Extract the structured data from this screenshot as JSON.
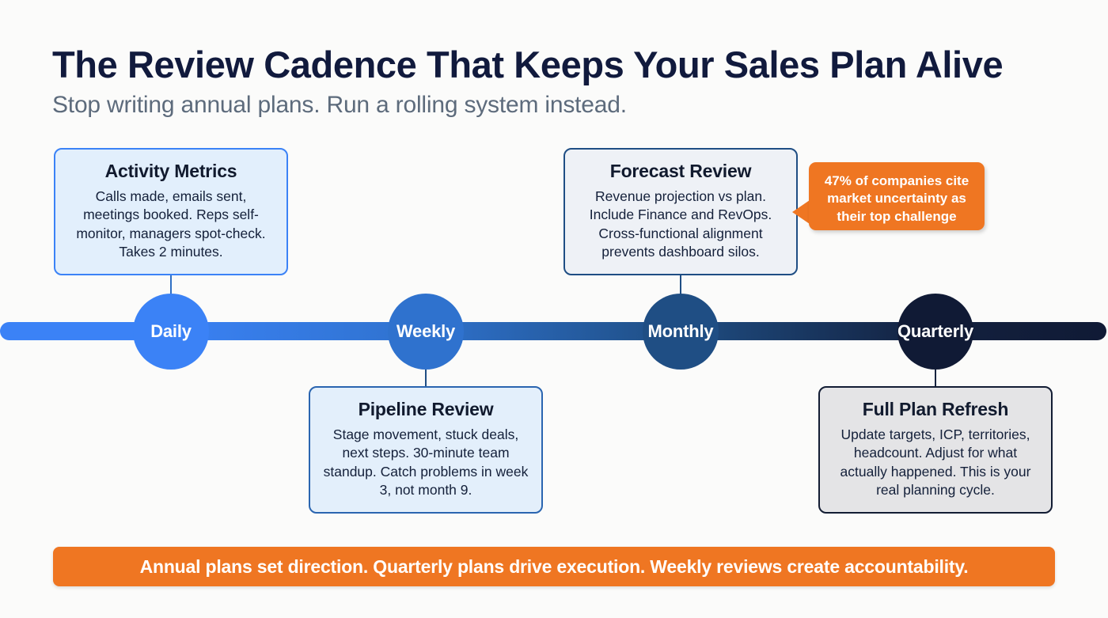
{
  "header": {
    "title": "The Review Cadence That Keeps Your Sales Plan Alive",
    "subtitle": "Stop writing annual plans. Run a rolling system instead."
  },
  "colors": {
    "background": "#fbfbfa",
    "title": "#111a3d",
    "subtitle": "#5d6b7c",
    "accent_orange": "#ef7622",
    "node_daily": "#3b82f6",
    "node_weekly": "#2f72ce",
    "node_monthly": "#1f4e84",
    "node_quarterly": "#101a35"
  },
  "timeline": {
    "nodes": [
      {
        "label": "Daily",
        "color": "#3b82f6"
      },
      {
        "label": "Weekly",
        "color": "#2f72ce"
      },
      {
        "label": "Monthly",
        "color": "#1f4e84"
      },
      {
        "label": "Quarterly",
        "color": "#101a35"
      }
    ]
  },
  "cards": [
    {
      "title": "Activity Metrics",
      "body": "Calls made, emails sent, meetings booked. Reps self-monitor, managers spot-check. Takes 2 minutes."
    },
    {
      "title": "Pipeline Review",
      "body": "Stage movement, stuck deals, next steps. 30-minute team standup. Catch problems in week 3, not month 9."
    },
    {
      "title": "Forecast Review",
      "body": "Revenue projection vs plan. Include Finance and RevOps. Cross-functional alignment prevents dashboard silos."
    },
    {
      "title": "Full Plan Refresh",
      "body": "Update targets, ICP, territories, headcount. Adjust for what actually happened. This is your real planning cycle."
    }
  ],
  "callout": {
    "text": "47% of companies cite market uncertainty as their top challenge",
    "stat": "47%"
  },
  "banner": {
    "text": "Annual plans set direction. Quarterly plans drive execution. Weekly reviews create accountability."
  }
}
